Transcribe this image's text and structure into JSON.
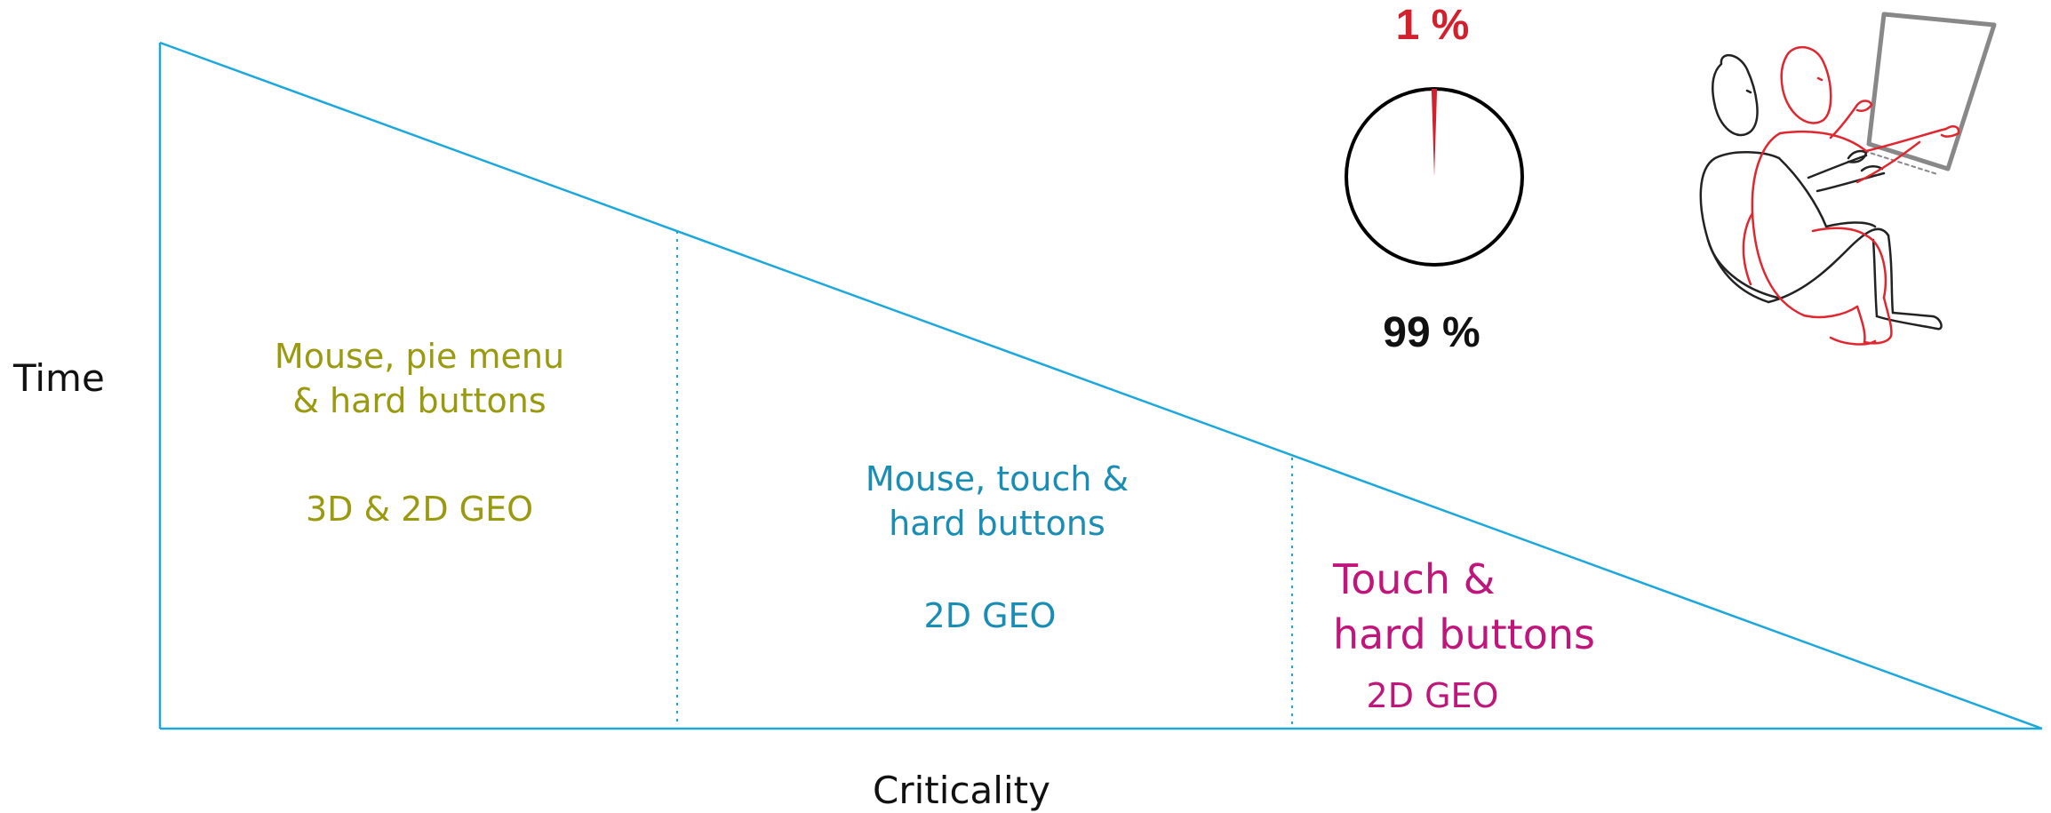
{
  "axes": {
    "y_label": "Time",
    "x_label": "Criticality"
  },
  "zones": [
    {
      "input_lines": [
        "Mouse, pie menu",
        "& hard buttons"
      ],
      "geo": "3D & 2D GEO",
      "color": "#9a9a10"
    },
    {
      "input_lines": [
        "Mouse, touch &",
        "hard buttons"
      ],
      "geo": "2D GEO",
      "color": "#1a8db5"
    },
    {
      "input_lines": [
        "Touch &",
        "hard buttons"
      ],
      "geo": "2D GEO",
      "color": "#c0157a"
    }
  ],
  "pie": {
    "small_share_label": "1 %",
    "large_share_label": "99 %",
    "small_share_value": 1,
    "large_share_value": 99,
    "small_share_color": "#d2202c",
    "large_share_color": "#000000"
  },
  "colors": {
    "triangle_line": "#1ca8dd",
    "figure_red": "#e0262e",
    "figure_black": "#222222",
    "tablet_gray": "#888888"
  },
  "icons": {
    "illustration": "seated-users-with-tablet-icon"
  }
}
